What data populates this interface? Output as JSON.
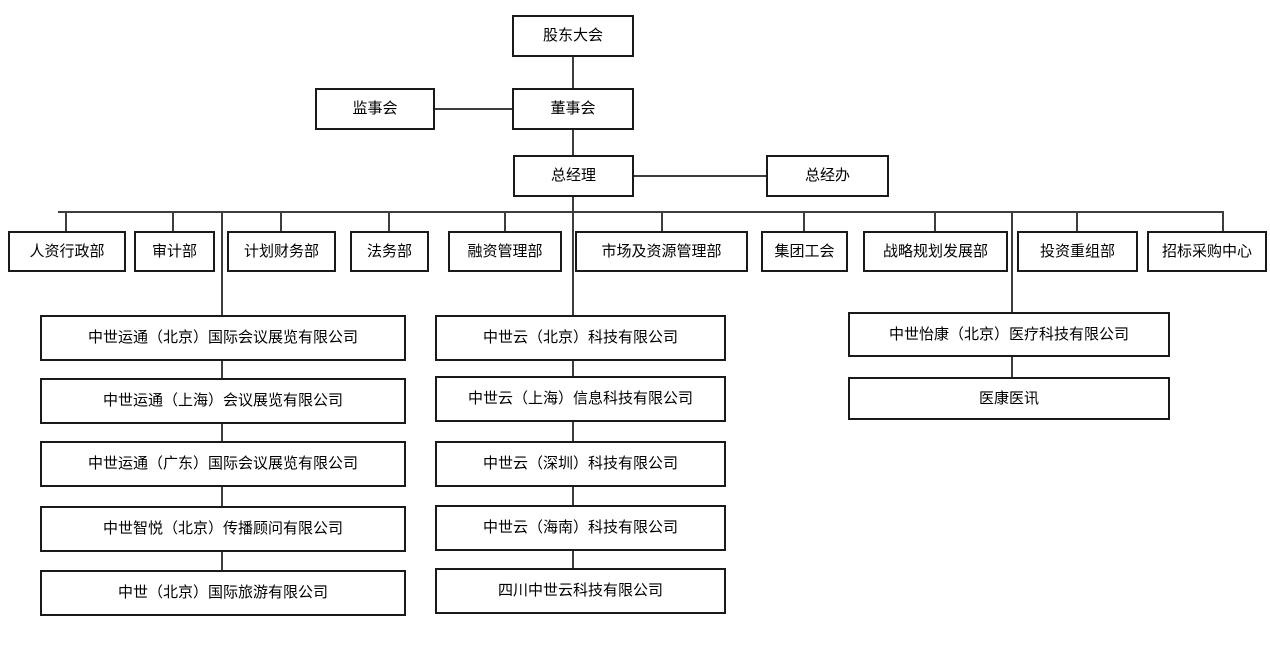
{
  "org": {
    "top": {
      "shareholders": {
        "label": "股东大会"
      },
      "supervisory": {
        "label": "监事会"
      },
      "board": {
        "label": "董事会"
      },
      "general_manager": {
        "label": "总经理"
      },
      "gm_office": {
        "label": "总经办"
      }
    },
    "departments": [
      {
        "label": "人资行政部"
      },
      {
        "label": "审计部"
      },
      {
        "label": "计划财务部"
      },
      {
        "label": "法务部"
      },
      {
        "label": "融资管理部"
      },
      {
        "label": "市场及资源管理部"
      },
      {
        "label": "集团工会"
      },
      {
        "label": "战略规划发展部"
      },
      {
        "label": "投资重组部"
      },
      {
        "label": "招标采购中心"
      }
    ],
    "subsidiaries": {
      "left": [
        {
          "label": "中世运通（北京）国际会议展览有限公司"
        },
        {
          "label": "中世运通（上海）会议展览有限公司"
        },
        {
          "label": "中世运通（广东）国际会议展览有限公司"
        },
        {
          "label": "中世智悦（北京）传播顾问有限公司"
        },
        {
          "label": "中世（北京）国际旅游有限公司"
        }
      ],
      "middle": [
        {
          "label": "中世云（北京）科技有限公司"
        },
        {
          "label": "中世云（上海）信息科技有限公司"
        },
        {
          "label": "中世云（深圳）科技有限公司"
        },
        {
          "label": "中世云（海南）科技有限公司"
        },
        {
          "label": "四川中世云科技有限公司"
        }
      ],
      "right": [
        {
          "label": "中世怡康（北京）医疗科技有限公司"
        },
        {
          "label": "医康医讯"
        }
      ]
    },
    "colors": {
      "line": "#3d3d3d",
      "border": "#1a1a1a",
      "background": "#ffffff"
    }
  }
}
